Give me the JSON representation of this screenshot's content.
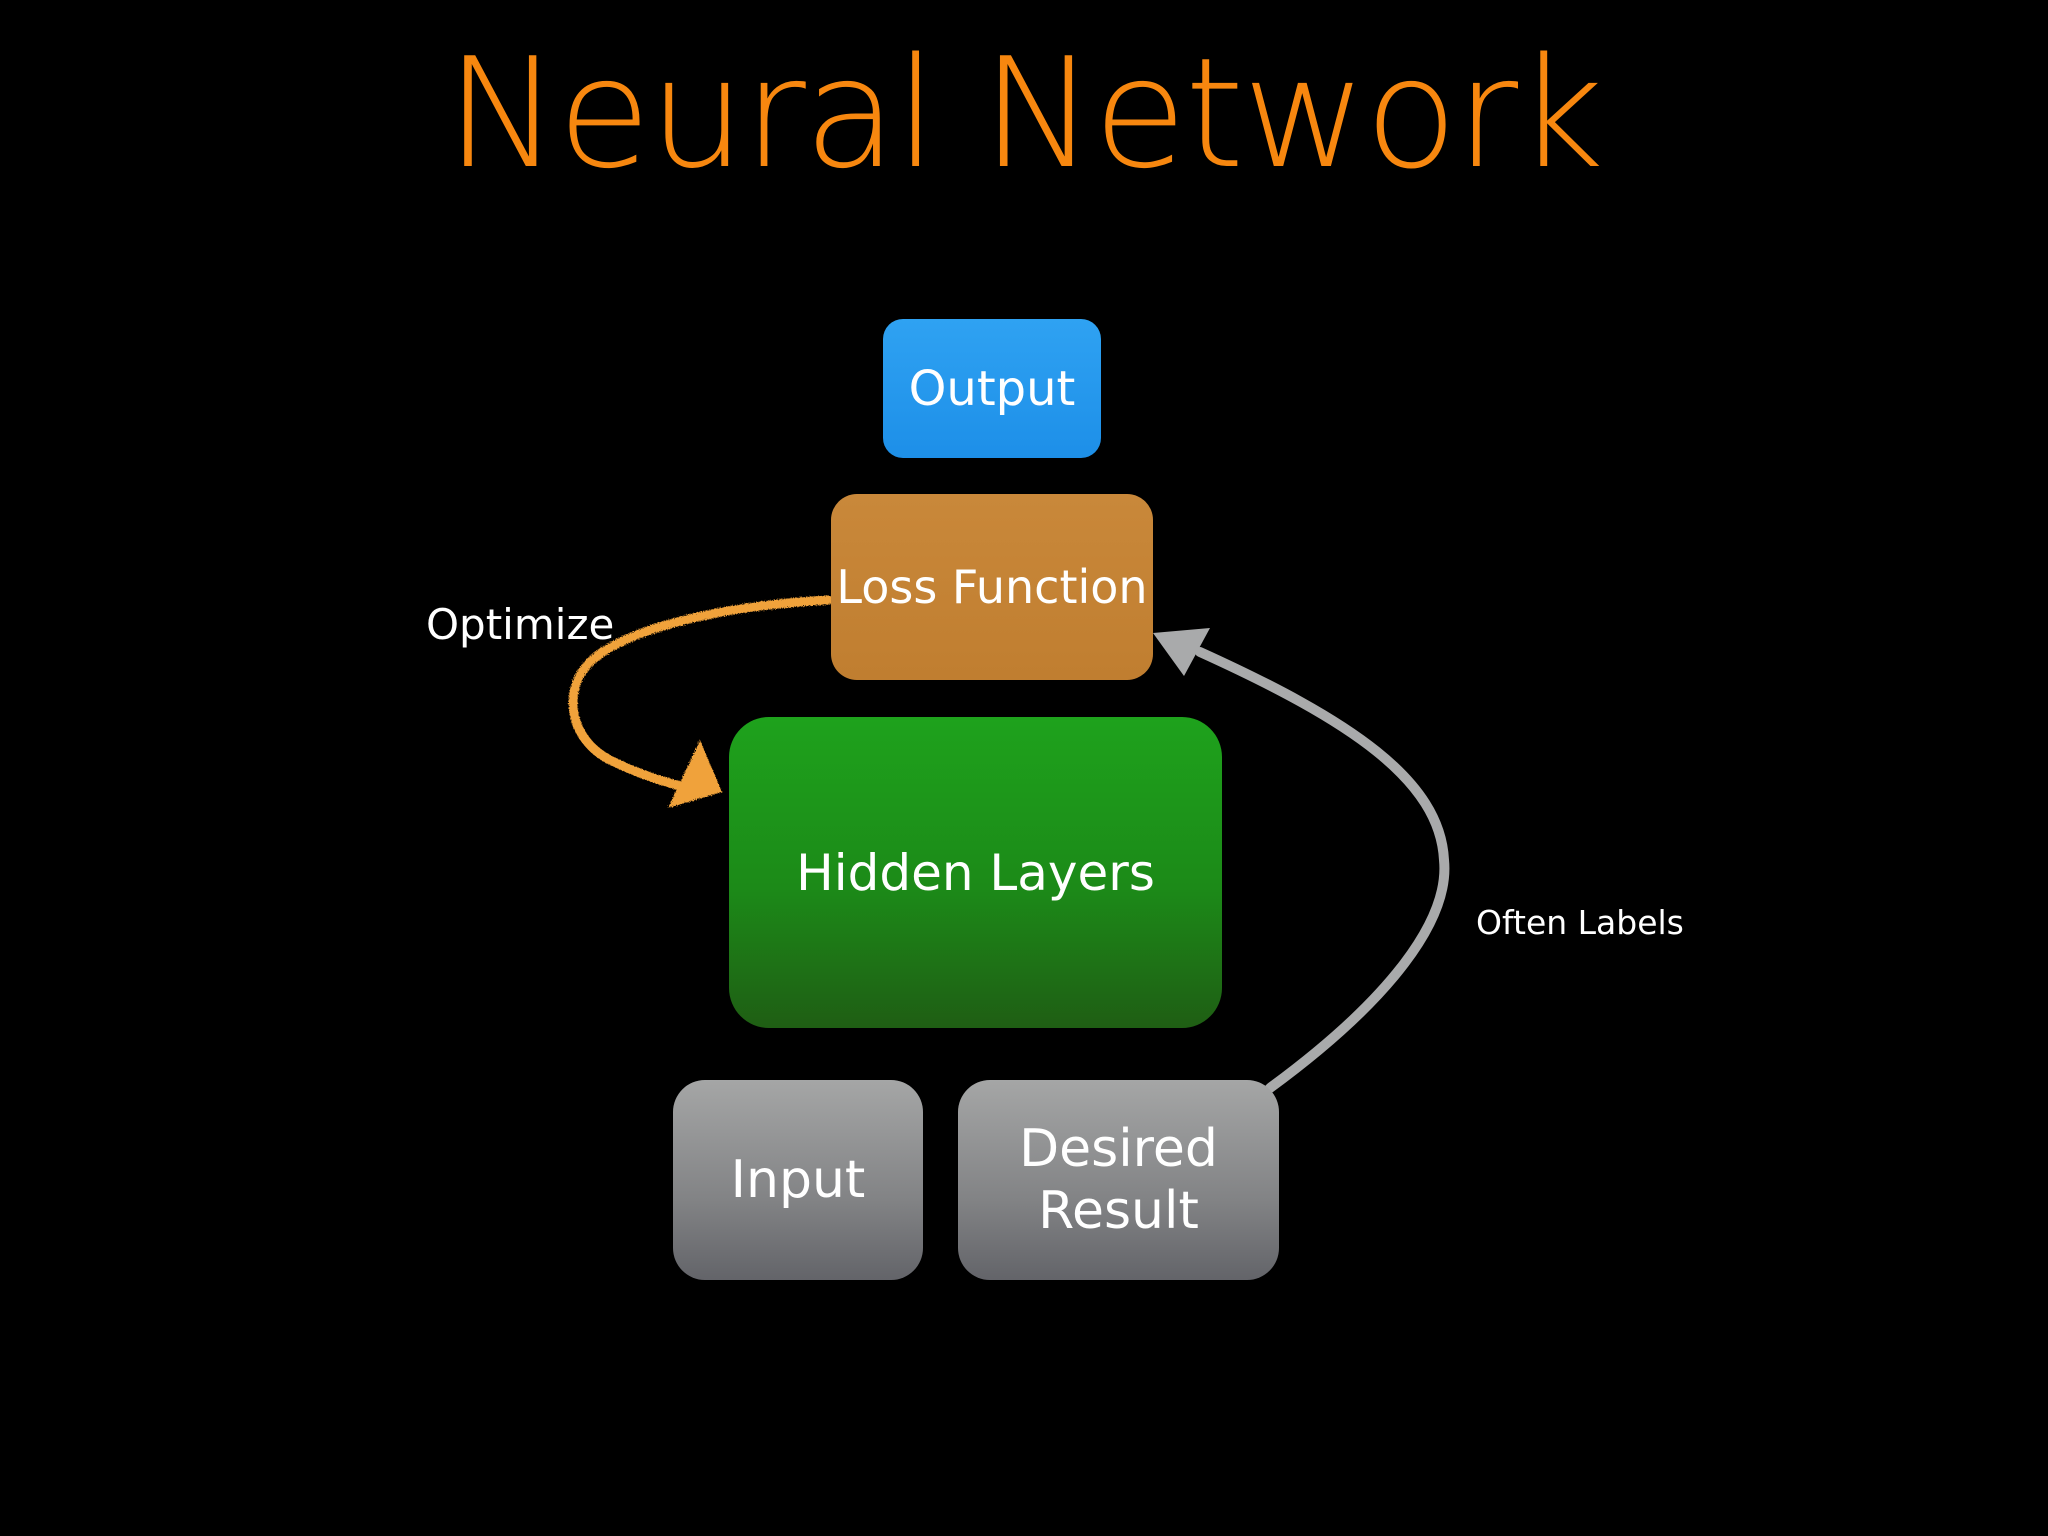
{
  "title": "Neural Network",
  "nodes": {
    "output": "Output",
    "loss_function": "Loss Function",
    "hidden_layers": "Hidden Layers",
    "input": "Input",
    "desired_result": [
      "Desired",
      "Result"
    ]
  },
  "edges": {
    "optimize": "Optimize",
    "labels": "Often Labels"
  },
  "colors": {
    "title": "#f7870f",
    "output": "#2196f3",
    "loss_function": "#c5842f",
    "hidden_layers": "#1b8f1a",
    "input": "#8c8d90",
    "desired_result": "#8c8d90",
    "optimize_arrow": "#f0a23a",
    "labels_arrow": "#a9aaab",
    "background": "#000000"
  }
}
